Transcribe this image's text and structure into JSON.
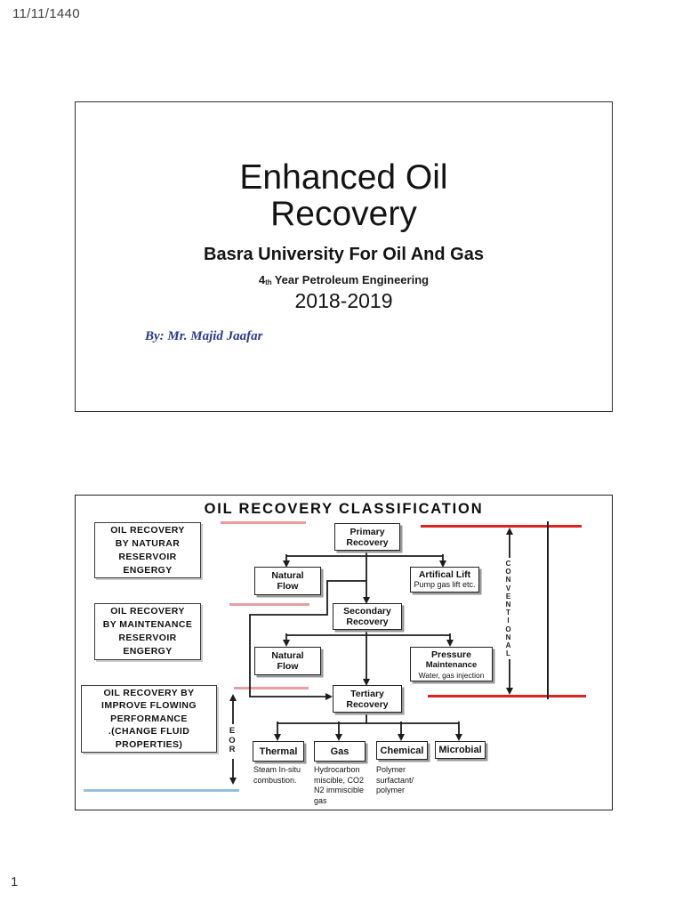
{
  "page": {
    "date_header": "11/11/1440",
    "page_number": "1"
  },
  "slide1": {
    "title_line1": "Enhanced Oil",
    "title_line2": "Recovery",
    "subtitle": "Basra University For Oil And Gas",
    "year": {
      "num": "4",
      "sub": "th",
      "rest": "Year Petroleum Engineering"
    },
    "session": "2018-2019",
    "author": "By: Mr. Majid Jaafar"
  },
  "slide2": {
    "title": "OIL RECOVERY CLASSIFICATION",
    "left_boxes": [
      {
        "lines": [
          "OIL RECOVERY",
          "BY NATURAR",
          "RESERVOIR",
          "ENGERGY"
        ]
      },
      {
        "lines": [
          "OIL RECOVERY",
          "BY MAINTENANCE",
          "RESERVOIR",
          "ENGERGY"
        ]
      },
      {
        "lines": [
          "OIL RECOVERY  BY",
          "IMPROVE  FLOWING",
          "PERFORMANCE",
          ".(CHANGE FLUID",
          "PROPERTIES)"
        ]
      }
    ],
    "flow": {
      "primary": {
        "lines": [
          "Primary",
          "Recovery"
        ]
      },
      "natural_flow_1": {
        "lines": [
          "Natural",
          "Flow"
        ]
      },
      "artificial_lift": {
        "title": "Artifical Lift",
        "note": "Pump gas lift etc."
      },
      "secondary": {
        "lines": [
          "Secondary",
          "Recovery"
        ]
      },
      "natural_flow_2": {
        "lines": [
          "Natural",
          "Flow"
        ]
      },
      "pressure_maintenance": {
        "lines": [
          "Pressure",
          "Maintenance",
          "Water, gas injection"
        ]
      },
      "tertiary": {
        "lines": [
          "Tertiary",
          "Recovery"
        ]
      },
      "thermal": {
        "label": "Thermal",
        "note_lines": [
          "Steam In-situ",
          "combustion."
        ]
      },
      "gas": {
        "label": "Gas",
        "note_lines": [
          "Hydrocarbon",
          "miscible, CO2",
          "N2 immiscible",
          "gas"
        ]
      },
      "chemical": {
        "label": "Chemical",
        "note_lines": [
          "Polymer",
          "surfactant/",
          "polymer"
        ]
      },
      "microbial": {
        "label": "Microbial"
      }
    },
    "vertical_labels": {
      "conventional": "CONVENTIONAL",
      "eor": "EOR"
    },
    "colors": {
      "accent_red": "#dd2222",
      "accent_pink": "#e89e9e",
      "accent_blue": "#95bfdd",
      "author_navy": "#2b3a8c",
      "line_black": "#1c1c1c"
    }
  }
}
